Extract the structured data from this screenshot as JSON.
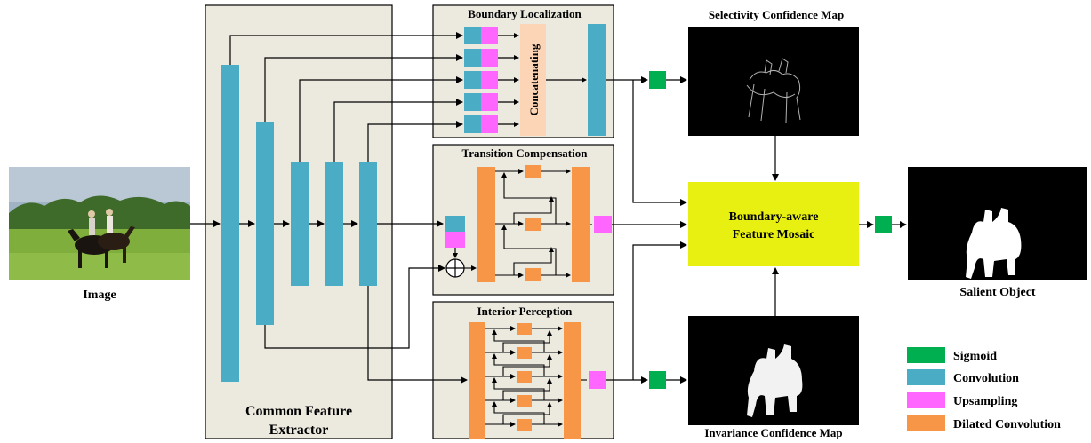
{
  "colors": {
    "panel_fill": "#ece9df",
    "convolution": "#4bacc6",
    "upsampling": "#ff66ff",
    "dilated_convolution": "#f79646",
    "sigmoid": "#00b050",
    "concatenating_fill": "#fbd5b5",
    "mosaic_fill": "#e8f012",
    "map_background": "#000000"
  },
  "labels": {
    "image": "Image",
    "common_feature_extractor_line1": "Common Feature",
    "common_feature_extractor_line2": "Extractor",
    "boundary_localization": "Boundary Localization",
    "concatenating": "Concatenating",
    "transition_compensation": "Transition Compensation",
    "interior_perception": "Interior Perception",
    "selectivity_confidence_map": "Selectivity Confidence Map",
    "invariance_confidence_map": "Invariance Confidence Map",
    "mosaic_line1": "Boundary-aware",
    "mosaic_line2": "Feature Mosaic",
    "salient_object": "Salient Object"
  },
  "legend": [
    {
      "label": "Sigmoid",
      "color": "#00b050"
    },
    {
      "label": "Convolution",
      "color": "#4bacc6"
    },
    {
      "label": "Upsampling",
      "color": "#ff66ff"
    },
    {
      "label": "Dilated Convolution",
      "color": "#f79646"
    }
  ],
  "icons": {
    "sum_node": "plus-circle-icon",
    "input_photo": "horse-riders-photo-icon"
  }
}
